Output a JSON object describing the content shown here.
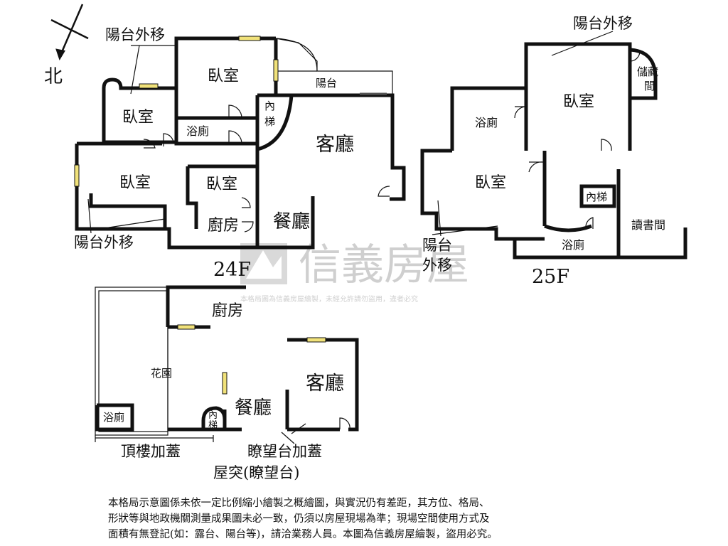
{
  "compass": {
    "north": "北"
  },
  "watermark": {
    "brand": "信義房屋",
    "notice": "本格局圖為信義房屋繪製，未經允許請勿盜用，違者必究"
  },
  "floor_24": {
    "floor_label": "24F",
    "rooms": {
      "bedroom_top": "臥室",
      "bedroom_left": "臥室",
      "bedroom_lower": "臥室",
      "bedroom_small": "臥室",
      "bathroom": "浴廁",
      "living_room": "客廳",
      "dining_room": "餐廳",
      "kitchen": "廚房",
      "balcony": "陽台",
      "elevator_top": "內",
      "elevator_bottom": "梯"
    },
    "annotations": {
      "balcony_moved_top": "陽台外移",
      "balcony_moved_bottom": "陽台外移"
    }
  },
  "floor_25": {
    "floor_label": "25F",
    "rooms": {
      "bedroom_top": "臥室",
      "bedroom_left": "臥室",
      "bathroom_top": "浴廁",
      "bathroom_bottom": "浴廁",
      "storage_top": "儲藏",
      "storage_bottom": "間",
      "elevator": "內梯",
      "study": "讀書間"
    },
    "annotations": {
      "balcony_moved_top": "陽台外移",
      "balcony_moved_left_1": "陽台",
      "balcony_moved_left_2": "外移"
    }
  },
  "roof": {
    "rooms": {
      "kitchen": "廚房",
      "garden": "花園",
      "living_room": "客廳",
      "dining_room": "餐廳",
      "bathroom": "浴廁",
      "elevator_top": "內",
      "elevator_bottom": "梯"
    },
    "annotations": {
      "rooftop_addition": "頂樓加蓋",
      "observation_addition": "瞭望台加蓋",
      "roof_protrusion": "屋突(瞭望台)"
    }
  },
  "disclaimer": {
    "line1": "本格局示意圖係未依一定比例縮小繪製之概繪圖，與實況仍有差距，其方位、格局、",
    "line2": "形狀等與地政機關測量成果圖未必一致，仍須以房屋現場為準；現場空間使用方式及",
    "line3": "面積有無登記(如：露台、陽台等)，請洽業務人員。本圖為信義房屋繪製，盜用必究。"
  }
}
